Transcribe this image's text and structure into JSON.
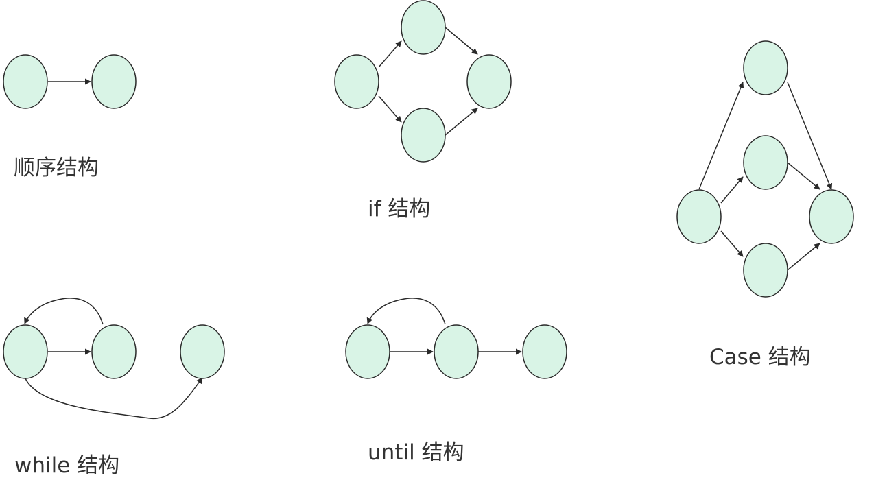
{
  "colors": {
    "node_fill": "#d9f4e6",
    "stroke": "#2a2a2a",
    "label_text": "#333333"
  },
  "labels": {
    "sequence": "顺序结构",
    "if": "if 结构",
    "case": "Case 结构",
    "while": "while 结构",
    "until": "until 结构"
  }
}
